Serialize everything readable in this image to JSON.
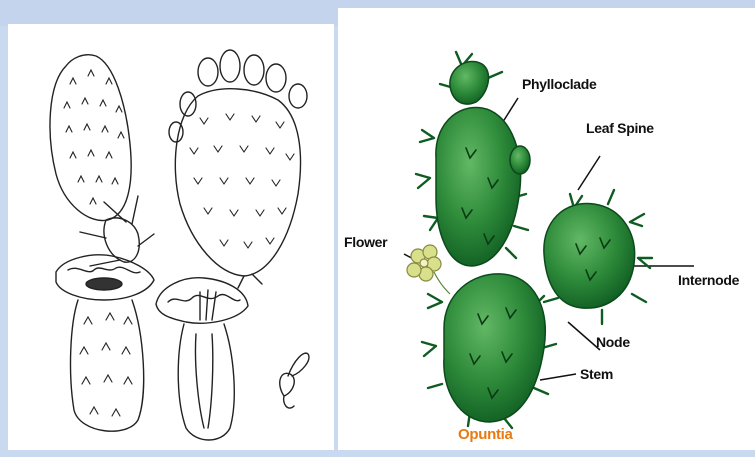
{
  "colors": {
    "background": "#c9d9ef",
    "panel": "#ffffff",
    "cactus_dark": "#0f5c22",
    "cactus_mid": "#2e8b3a",
    "cactus_light": "#62b865",
    "ink": "#111111",
    "title": "#e77a12",
    "flower": "#d8e08c"
  },
  "left_illustration": {
    "icons": [
      "cactus-pad-sketch-icon",
      "cactus-fruit-sketch-icon",
      "cactus-flower-sketch-icon",
      "cactus-seedling-sketch-icon"
    ]
  },
  "diagram": {
    "title": "Opuntia",
    "labels": {
      "phylloclade": "Phylloclade",
      "leaf_spine": "Leaf Spine",
      "flower": "Flower",
      "internode": "Internode",
      "node": "Node",
      "stem": "Stem"
    }
  }
}
